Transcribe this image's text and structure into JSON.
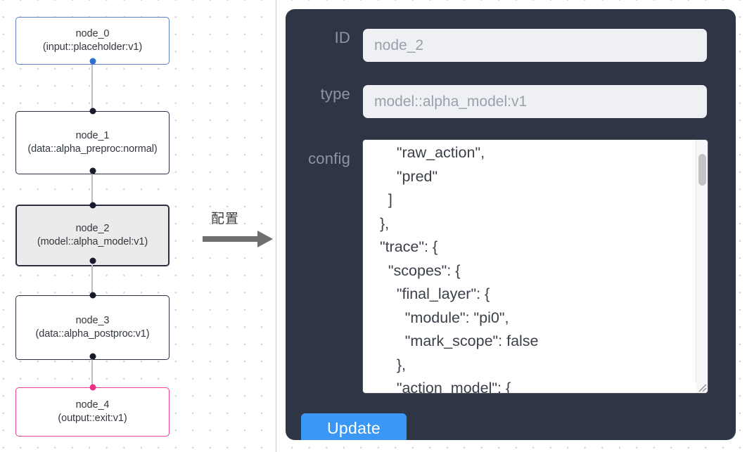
{
  "graph": {
    "nodes": [
      {
        "id": "node_0",
        "type": "(input::placeholder:v1)",
        "state": "input"
      },
      {
        "id": "node_1",
        "type": "(data::alpha_preproc:normal)",
        "state": "default"
      },
      {
        "id": "node_2",
        "type": "(model::alpha_model:v1)",
        "state": "selected"
      },
      {
        "id": "node_3",
        "type": "(data::alpha_postproc:v1)",
        "state": "default"
      },
      {
        "id": "node_4",
        "type": "(output::exit:v1)",
        "state": "output"
      }
    ],
    "colors": {
      "input_border": "#5a7fc4",
      "output_border": "#e8438f",
      "default_border": "#2b3040",
      "selected_fill": "#ebebeb",
      "edge": "#b9bcc2",
      "port": "#1a1a2e",
      "port_blue": "#2f6fd0",
      "port_pink": "#ef2f85"
    }
  },
  "arrow": {
    "label": "配置"
  },
  "panel": {
    "background": "#2e3646",
    "fields": {
      "id": {
        "label": "ID",
        "value": "node_2"
      },
      "type": {
        "label": "type",
        "value": "model::alpha_model:v1"
      },
      "config": {
        "label": "config",
        "value": "      \"raw_action\",\n      \"pred\"\n    ]\n  },\n  \"trace\": {\n    \"scopes\": {\n      \"final_layer\": {\n        \"module\": \"pi0\",\n        \"mark_scope\": false\n      },\n      \"action_model\": {"
      }
    },
    "update_button": {
      "label": "Update",
      "color": "#3b97f5"
    }
  }
}
